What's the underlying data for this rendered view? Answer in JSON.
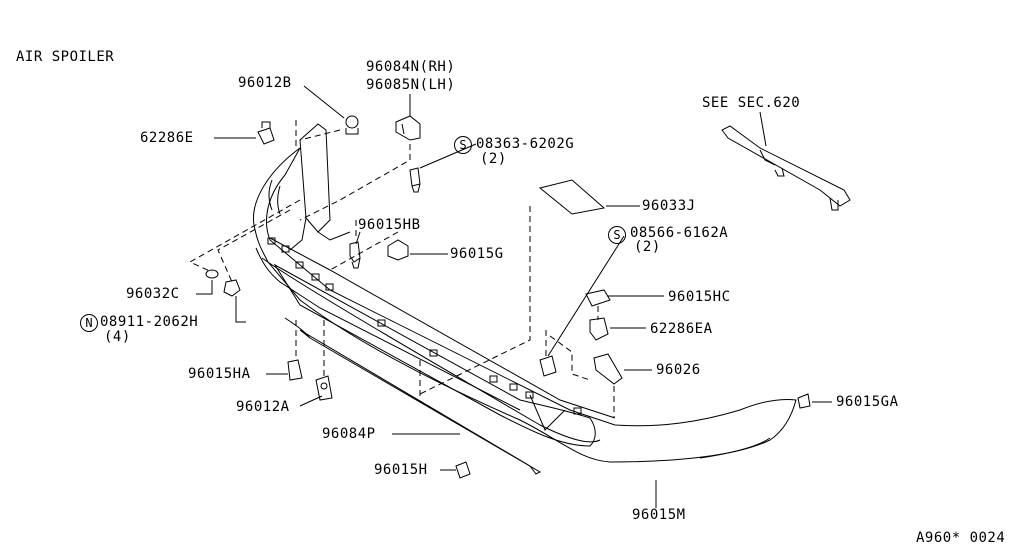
{
  "title": "AIR SPOILER",
  "diagram_code": "A960* 0024",
  "colors": {
    "ink": "#000000",
    "paper": "#ffffff"
  },
  "labels": {
    "p96012B": "96012B",
    "p96084N": "96084N(RH)",
    "p96085N": "96085N(LH)",
    "p62286E": "62286E",
    "p08363": "08363-6202G",
    "p08363_qty": "(2)",
    "see_sec": "SEE SEC.620",
    "p96033J": "96033J",
    "p96015HB": "96015HB",
    "p96015G": "96015G",
    "p08566": "08566-6162A",
    "p08566_qty": "(2)",
    "p96032C": "96032C",
    "p08911": "08911-2062H",
    "p08911_qty": "(4)",
    "p96015HC": "96015HC",
    "p62286EA": "62286EA",
    "p96026": "96026",
    "p96015HA": "96015HA",
    "p96012A": "96012A",
    "p96015GA": "96015GA",
    "p96084P": "96084P",
    "p96015H": "96015H",
    "p96015M": "96015M"
  },
  "symbols": {
    "screw": "S",
    "nut": "N"
  }
}
